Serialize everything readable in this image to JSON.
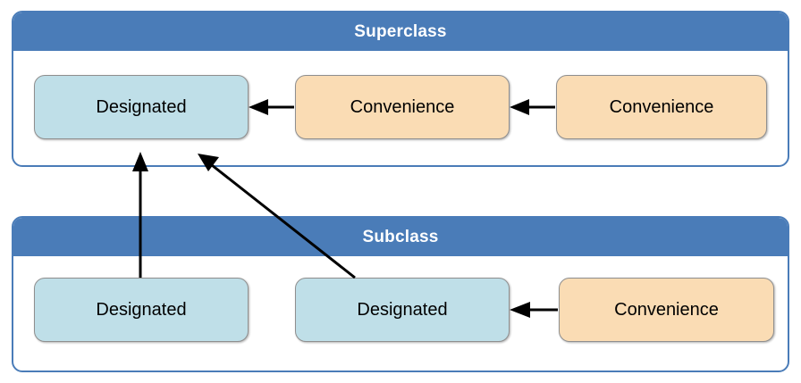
{
  "diagram": {
    "title": "Swift initializer delegation between superclass and subclass",
    "colors": {
      "panel_border": "#4a7cb8",
      "panel_header_bg": "#4a7cb8",
      "panel_header_text": "#ffffff",
      "designated_fill": "#bfdfe8",
      "convenience_fill": "#fadcb4",
      "box_border": "#8f8f8f",
      "arrow": "#000000",
      "background": "#ffffff"
    }
  },
  "panels": [
    {
      "id": "superclass",
      "header": "Superclass",
      "boxes": [
        {
          "label": "Designated",
          "kind": "designated"
        },
        {
          "label": "Convenience",
          "kind": "convenience"
        },
        {
          "label": "Convenience",
          "kind": "convenience"
        }
      ]
    },
    {
      "id": "subclass",
      "header": "Subclass",
      "boxes": [
        {
          "label": "Designated",
          "kind": "designated"
        },
        {
          "label": "Designated",
          "kind": "designated"
        },
        {
          "label": "Convenience",
          "kind": "convenience"
        }
      ]
    }
  ],
  "arrows": [
    {
      "name": "superclass-convenience2-to-convenience1",
      "from": "superclass.box3",
      "to": "superclass.box2",
      "direction": "left"
    },
    {
      "name": "superclass-convenience1-to-designated",
      "from": "superclass.box2",
      "to": "superclass.box1",
      "direction": "left"
    },
    {
      "name": "subclass-convenience-to-designated2",
      "from": "subclass.box3",
      "to": "subclass.box2",
      "direction": "left"
    },
    {
      "name": "subclass-designated1-to-superclass-designated",
      "from": "subclass.box1",
      "to": "superclass.box1",
      "direction": "up"
    },
    {
      "name": "subclass-designated2-to-superclass-designated",
      "from": "subclass.box2",
      "to": "superclass.box1",
      "direction": "up-left"
    }
  ]
}
